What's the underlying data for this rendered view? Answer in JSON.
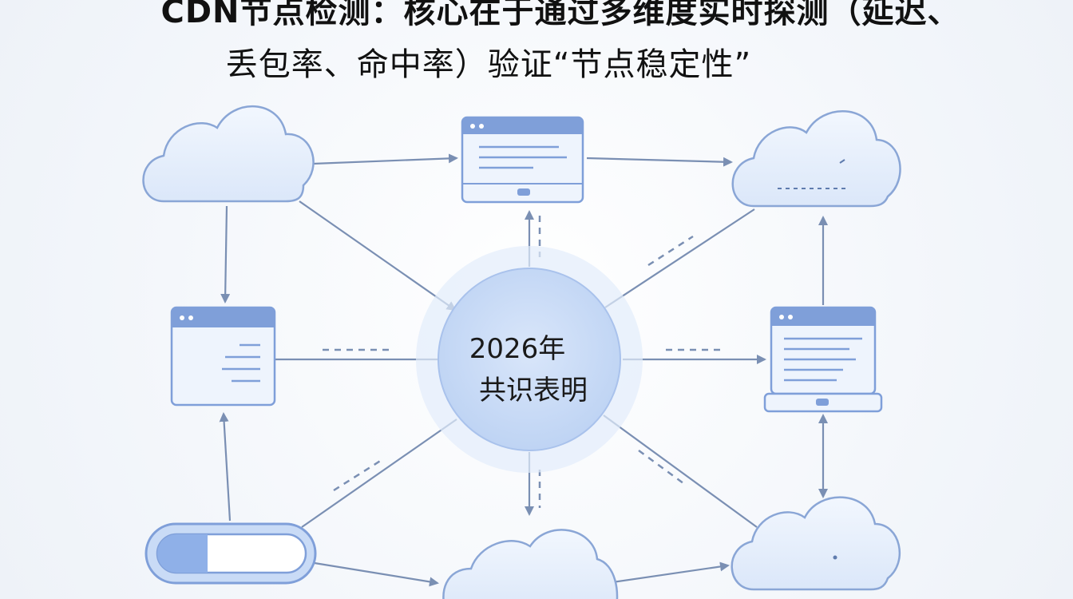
{
  "title": {
    "line1": "CDN节点检测：核心在于通过多维度实时探测（延迟、",
    "line2": "丢包率、命中率）验证“节点稳定性”"
  },
  "center": {
    "line1": "2026年",
    "line2": "共识表明"
  },
  "colors": {
    "stroke": "#7a8fb3",
    "cloud_fill": "#e4eefb",
    "cloud_stroke": "#8aa6d6",
    "header": "#7f9fd9",
    "panel_fill": "#eef4fd",
    "center_fill": "#c9dcf7",
    "center_halo": "#e3edfb"
  },
  "icons": {
    "cloud": "cloud-icon",
    "browser": "browser-window-icon",
    "laptop": "laptop-icon",
    "toggle": "toggle-bar-icon"
  }
}
